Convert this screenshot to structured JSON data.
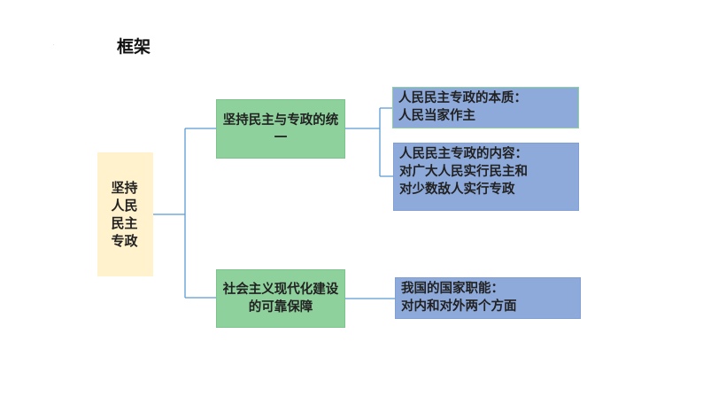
{
  "slide": {
    "title": "框架",
    "corner_mark": "·"
  },
  "diagram": {
    "root": "坚持人民民主专政",
    "branches": [
      {
        "label": "坚持民主与专政的统一",
        "children": [
          {
            "line1": "人民民主专政的本质：",
            "line2": "人民当家作主"
          },
          {
            "line1": "人民民主专政的内容：",
            "line2": "对广大人民实行民主和",
            "line3": "对少数敌人实行专政"
          }
        ]
      },
      {
        "label": "社会主义现代化建设的可靠保障",
        "children": [
          {
            "line1": "我国的国家职能：",
            "line2": "对内和对外两个方面"
          }
        ]
      }
    ]
  },
  "colors": {
    "root": "#fff2cc",
    "branch": "#8ed19c",
    "leaf": "#8eaadb",
    "connector": "#5b9bd5"
  }
}
